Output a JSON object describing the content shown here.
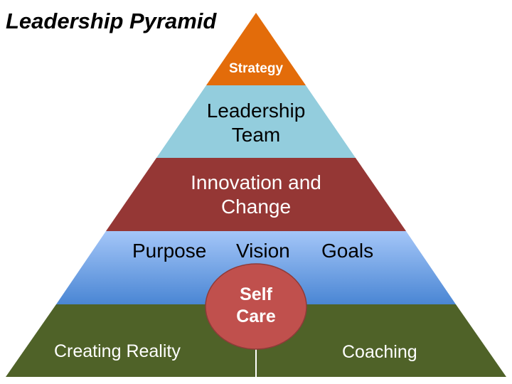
{
  "title": "Leadership Pyramid",
  "layers": [
    {
      "id": "strategy",
      "label": "Strategy",
      "color": "#E36C0A"
    },
    {
      "id": "leadership-team",
      "lines": [
        "Leadership",
        "Team"
      ],
      "color": "#93CDDD"
    },
    {
      "id": "innovation",
      "lines": [
        "Innovation and",
        "Change"
      ],
      "color": "#953735"
    },
    {
      "id": "purpose",
      "items": [
        "Purpose",
        "Vision",
        "Goals"
      ],
      "color": "#6FA0E0"
    },
    {
      "id": "foundation",
      "left": "Creating Reality",
      "right": "Coaching",
      "color": "#4F6228"
    }
  ],
  "center_circle": {
    "lines": [
      "Self",
      "Care"
    ],
    "color": "#C0504D"
  }
}
